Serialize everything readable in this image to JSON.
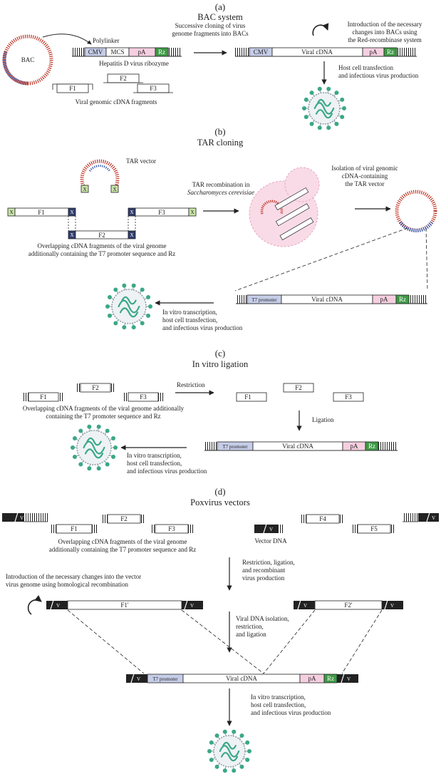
{
  "colors": {
    "cmv": "#c6cde8",
    "t7": "#c6cde8",
    "pA": "#f5cfe0",
    "rz": "#3f9a46",
    "x": "#2f3d6e",
    "xgreen": "#c9e3a8",
    "bac_red": "#c0392b",
    "bac_blue": "#3356a8",
    "yeast": "#f8dbe6",
    "virus_teal": "#3aa887",
    "virus_grey": "#8a9aa4",
    "pox_black": "#222222"
  },
  "icons": {
    "bac": "circular-plasmid",
    "virus": "coronavirus-particle",
    "yeast": "yeast-cell",
    "arrow": "process-arrow",
    "cycle": "cycle-arrow"
  },
  "labels": {
    "cmv": "CMV",
    "mcs": "MCS",
    "pA": "pA",
    "rz": "Rz",
    "t7": "T7 promoter",
    "viral_cdna": "Viral cDNA",
    "f1": "F1",
    "f2": "F2",
    "f3": "F3",
    "f4": "F4",
    "f5": "F5",
    "f1p": "F1'",
    "f2p": "F2'",
    "x": "X",
    "v": "V",
    "bac": "BAC"
  },
  "sections": {
    "a": {
      "letter": "(a)",
      "title": "BAC system",
      "polylinker": "Polylinker",
      "cloning": [
        "Successive cloning of virus",
        "genome fragments into BACs"
      ],
      "red": [
        "Introduction of the necessary",
        "changes into BACs using",
        "the Red-recombinase system"
      ],
      "ribozyme": "Hepatitis D virus ribozyme",
      "transfection": [
        "Host cell transfection",
        "and infectious virus production"
      ],
      "fragments": "Viral genomic cDNA fragments"
    },
    "b": {
      "letter": "(b)",
      "title": "TAR cloning",
      "tar_vector": "TAR vector",
      "tar_recomb": "TAR recombination in",
      "yeast_species": "Saccharomyces cerevisiae",
      "isolation": [
        "Isolation of viral genomic",
        "cDNA-containing",
        "the TAR vector"
      ],
      "overlap": [
        "Overlapping cDNA fragments of the viral genome",
        "additionally containing the T7 promoter sequence and Rz"
      ],
      "invitro": [
        "In vitro transcription,",
        "host cell transfection,",
        "and infectious virus production"
      ]
    },
    "c": {
      "letter": "(c)",
      "title": "In vitro ligation",
      "restriction": "Restriction",
      "ligation": "Ligation",
      "overlap": [
        "Overlapping cDNA fragments of the viral genome additionally",
        "containing the T7 promoter sequence and Rz"
      ],
      "invitro": [
        "In vitro transcription,",
        "host cell transfection,",
        "and infectious virus production"
      ]
    },
    "d": {
      "letter": "(d)",
      "title": "Poxvirus vectors",
      "vector_dna": "Vector DNA",
      "overlap": [
        "Overlapping cDNA fragments of the viral genome",
        "additionally containing the T7 promoter sequence and Rz"
      ],
      "restr": [
        "Restriction, ligation,",
        "and recombinant",
        "virus production"
      ],
      "homol": [
        "Introduction of the necessary changes into the vector",
        "virus genome using homological recombination"
      ],
      "isolation": [
        "Viral DNA isolation,",
        "restriction,",
        "and ligation"
      ],
      "invitro": [
        "In vitro transcription,",
        "host cell transfection,",
        "and infectious virus production"
      ]
    }
  }
}
